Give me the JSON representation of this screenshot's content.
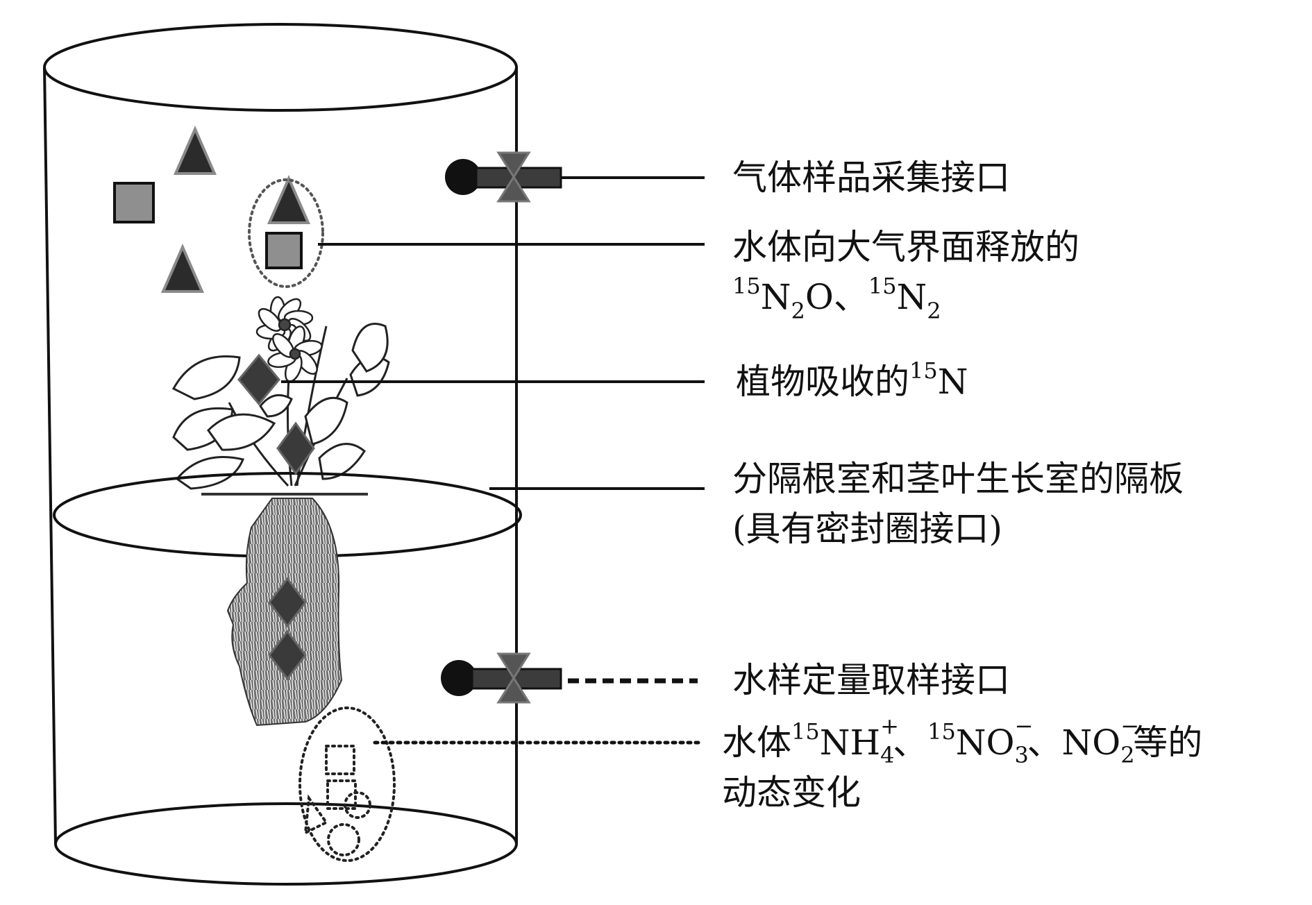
{
  "labels": {
    "gas_port": "气体样品采集接口",
    "release_line1": "水体向大气界面释放的",
    "release_n2o_mass": "15",
    "release_n2o_sym": "N",
    "release_n2o_sub": "2",
    "release_n2o_tail": "O、",
    "release_n2_mass": "15",
    "release_n2_sym": "N",
    "release_n2_sub": "2",
    "plant_text": "植物吸收的",
    "plant_mass": "15",
    "plant_sym": "N",
    "partition_line1": "分隔根室和茎叶生长室的隔板",
    "partition_line2": "(具有密封圈接口)",
    "water_port": "水样定量取样接口",
    "dyn_prefix": "水体",
    "dyn_nh4_mass": "15",
    "dyn_nh4_sym": "NH",
    "dyn_nh4_charge": "+",
    "dyn_nh4_sub": "4",
    "dyn_sep1": "、",
    "dyn_no3_mass": "15",
    "dyn_no3_sym": "NO",
    "dyn_no3_charge": "−",
    "dyn_no3_sub": "3",
    "dyn_sep2": "、",
    "dyn_no2_sym": "NO",
    "dyn_no2_charge": "−",
    "dyn_no2_sub": "2",
    "dyn_suffix": "等的",
    "dyn_line2": "动态变化"
  },
  "colors": {
    "line": "#111111",
    "triangle": "#2b2b2b",
    "square": "#8f8f8f",
    "diamond": "#3a3a3a",
    "valve": "#3c3c3c"
  }
}
